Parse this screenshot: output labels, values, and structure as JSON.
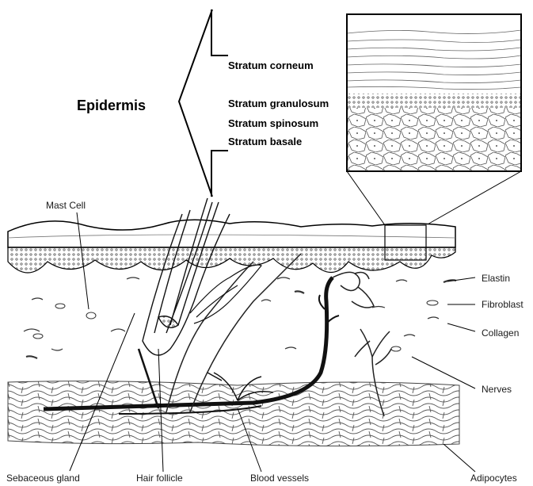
{
  "epidermis": {
    "title": "Epidermis",
    "layers": [
      "Stratum corneum",
      "Stratum granulosum",
      "Stratum spinosum",
      "Stratum basale"
    ]
  },
  "labels": {
    "mast_cell": "Mast Cell",
    "elastin": "Elastin",
    "fibroblast": "Fibroblast",
    "collagen": "Collagen",
    "nerves": "Nerves",
    "adipocytes": "Adipocytes",
    "sebaceous_gland": "Sebaceous gland",
    "hair_follicle": "Hair follicle",
    "blood_vessels": "Blood vessels"
  }
}
